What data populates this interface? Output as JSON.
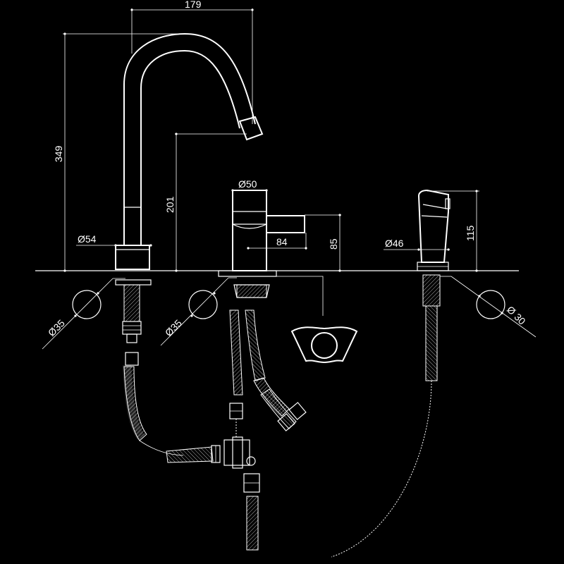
{
  "dimensions": {
    "spout_width": "179",
    "spout_height": "349",
    "spout_outlet_height": "201",
    "spout_base_diameter": "Ø54",
    "mixer_diameter": "Ø50",
    "mixer_height": "85",
    "mixer_lever_length": "84",
    "handshower_height": "115",
    "handshower_diameter": "Ø46",
    "hole_diameter_spout": "Ø35",
    "hole_diameter_mixer": "Ø35",
    "hole_diameter_handshower": "Ø 30"
  },
  "colors": {
    "background": "#000000",
    "line": "#ffffff"
  }
}
